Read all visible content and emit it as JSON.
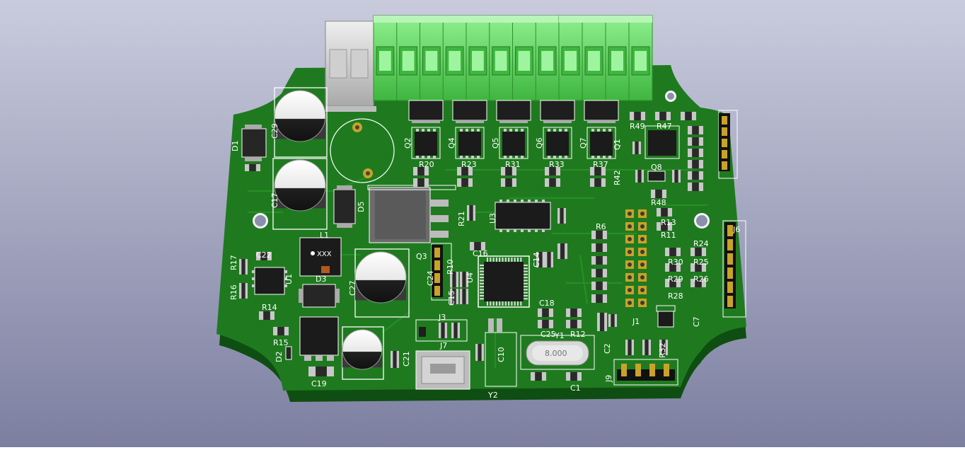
{
  "colors": {
    "bg_top": "#c9cbdd",
    "bg_bottom": "#7c7fa0",
    "pcb": "#1f7a1f",
    "pcb_dark": "#15601a",
    "pcb_edge": "#0f4e12",
    "silk": "#ffffff",
    "pad": "#c8c8c8",
    "gold": "#c9a227",
    "terminal_green": "#6fe26f",
    "terminal_green_dark": "#3fb63f",
    "ic_black": "#1b1b1b",
    "cap_white": "#f2f2f2"
  },
  "board": {
    "designators": [
      "C29",
      "D1",
      "C17",
      "D5",
      "L1",
      "C22",
      "R17",
      "R16",
      "U1",
      "R14",
      "D3",
      "C27",
      "Q3",
      "C24",
      "R10",
      "C15",
      "U4",
      "C16",
      "C14",
      "C18",
      "C25",
      "Y1",
      "R12",
      "C2",
      "C19",
      "D2",
      "R15",
      "C21",
      "J3",
      "J7",
      "C10",
      "Y2",
      "C1",
      "J9",
      "R32",
      "J1",
      "C7",
      "R6",
      "R13",
      "R11",
      "R24",
      "R30",
      "R25",
      "R29",
      "R26",
      "R28",
      "J6",
      "R49",
      "R47",
      "Q1",
      "Q8",
      "R42",
      "R48",
      "R20",
      "R23",
      "R31",
      "R33",
      "R37",
      "Q2",
      "Q4",
      "Q5",
      "Q6",
      "Q7",
      "R21",
      "U3"
    ],
    "crystal_marking": "8.000"
  }
}
